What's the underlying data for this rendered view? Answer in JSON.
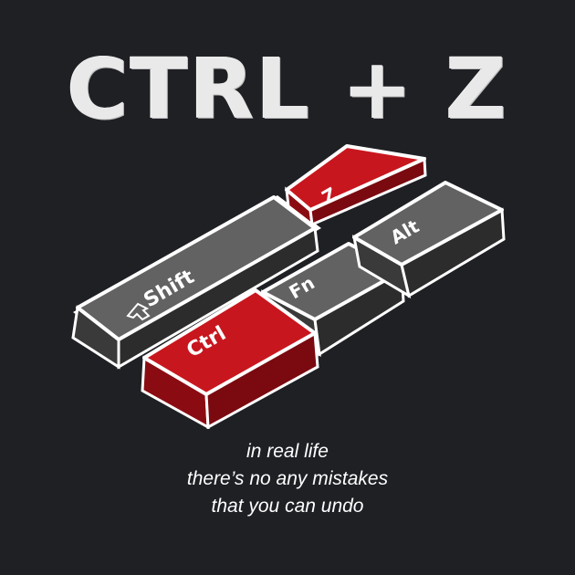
{
  "title": "CTRL + Z",
  "keys": {
    "z": "Z",
    "alt": "Alt",
    "shift": "Shift",
    "fn": "Fn",
    "ctrl": "Ctrl"
  },
  "caption": {
    "line1": "in real life",
    "line2": "there’s no any mistakes",
    "line3": "that you can undo"
  },
  "colors": {
    "background": "#1f2024",
    "key_gray": "#666666",
    "key_red": "#c8161e",
    "outline": "#ffffff"
  }
}
